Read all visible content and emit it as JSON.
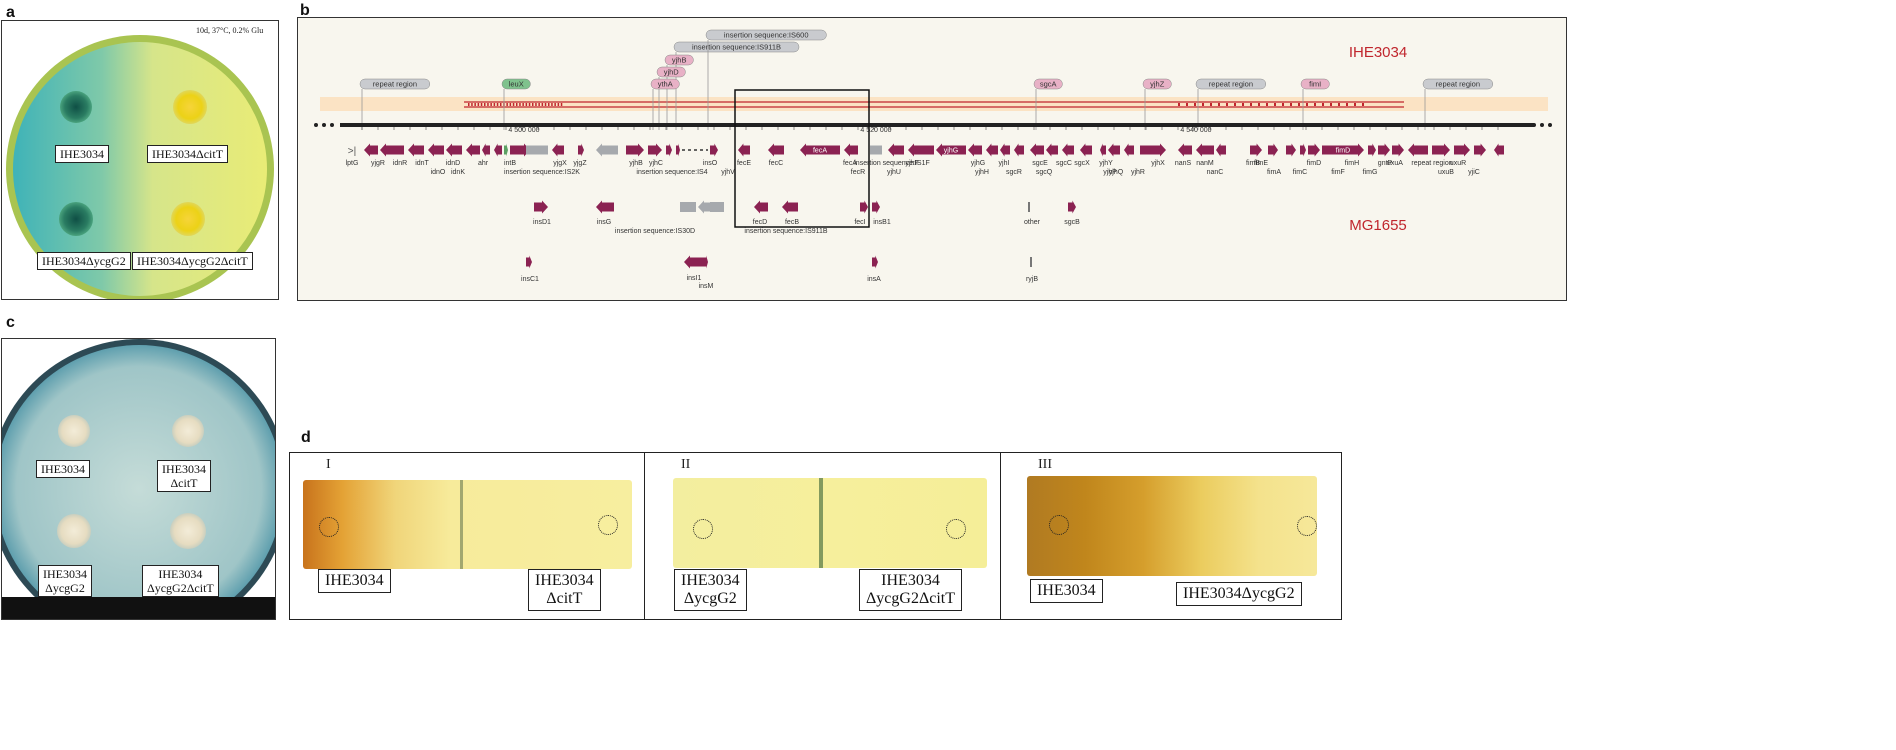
{
  "panels": {
    "a": {
      "letter": "a",
      "condition": "10d, 37°C, 0.2% Glu",
      "labels": [
        "IHE3034",
        "IHE3034ΔcitT",
        "IHE3034ΔycgG2",
        "IHE3034ΔycgG2ΔcitT"
      ]
    },
    "b": {
      "letter": "b",
      "strain_top": "IHE3034",
      "strain_bottom": "MG1655",
      "coordinates": [
        "4 500 000",
        "4 520 000",
        "4 540 000"
      ],
      "top_features": [
        "repeat region",
        "leuX",
        "insertion sequence:IS911B",
        "insertion sequence:IS600",
        "yjhB",
        "yjhD",
        "ythA",
        "sgcA",
        "yjhZ",
        "repeat region",
        "fimI",
        "repeat region"
      ],
      "genes_row1": [
        "lptG",
        "yjgR",
        "idnR",
        "idnT",
        "idnO",
        "idnD",
        "idnK",
        "ahr",
        "intB",
        "insertion sequence:IS2K",
        "yjgX",
        "yjgZ",
        "yjhB",
        "yjhC",
        "insertion sequence:IS4",
        "insO",
        "yjhV",
        "fecE",
        "fecC",
        "fecA",
        "fecR",
        "insertion sequence:IS1F",
        "yjhU",
        "yjhF",
        "yjhG",
        "yjhH",
        "yjhI",
        "sgcR",
        "sgcE",
        "sgcQ",
        "sgcC",
        "sgcX",
        "yjhY",
        "yjhP",
        "yjhQ",
        "yjhX",
        "yjhR",
        "nanS",
        "nanM",
        "nanC",
        "fimB",
        "fimE",
        "fimA",
        "fimC",
        "fimD",
        "fimF",
        "fimH",
        "fimG",
        "gntP",
        "uxuA",
        "repeat region",
        "uxuB",
        "uxuR",
        "yjiC"
      ],
      "genes_row2": [
        "insD1",
        "insG",
        "insertion sequence:IS30D",
        "insertion sequence:IS911B",
        "fecD",
        "fecB",
        "fecI",
        "insB1",
        "other",
        "sgcB"
      ],
      "genes_row3": [
        "insC1",
        "insI1",
        "insM",
        "insA",
        "ryjB"
      ]
    },
    "c": {
      "letter": "c",
      "labels": [
        [
          "IHE3034"
        ],
        [
          "IHE3034",
          "ΔcitT"
        ],
        [
          "IHE3034",
          "ΔycgG2"
        ],
        [
          "IHE3034",
          "ΔycgG2ΔcitT"
        ]
      ]
    },
    "d": {
      "letter": "d",
      "subpanels": [
        {
          "roman": "I",
          "left": [
            "IHE3034"
          ],
          "right": [
            "IHE3034",
            "ΔcitT"
          ]
        },
        {
          "roman": "II",
          "left": [
            "IHE3034",
            "ΔycgG2"
          ],
          "right": [
            "IHE3034",
            "ΔycgG2ΔcitT"
          ]
        },
        {
          "roman": "III",
          "left": [
            "IHE3034"
          ],
          "right": [
            "IHE3034ΔycgG2"
          ]
        }
      ]
    }
  },
  "colors": {
    "gene_arrow": "#8b2252",
    "gene_grey": "#a6a9ad",
    "track_band": "#fbe3c4",
    "track_red": "#c0262d",
    "strain_text": "#c0262d"
  }
}
